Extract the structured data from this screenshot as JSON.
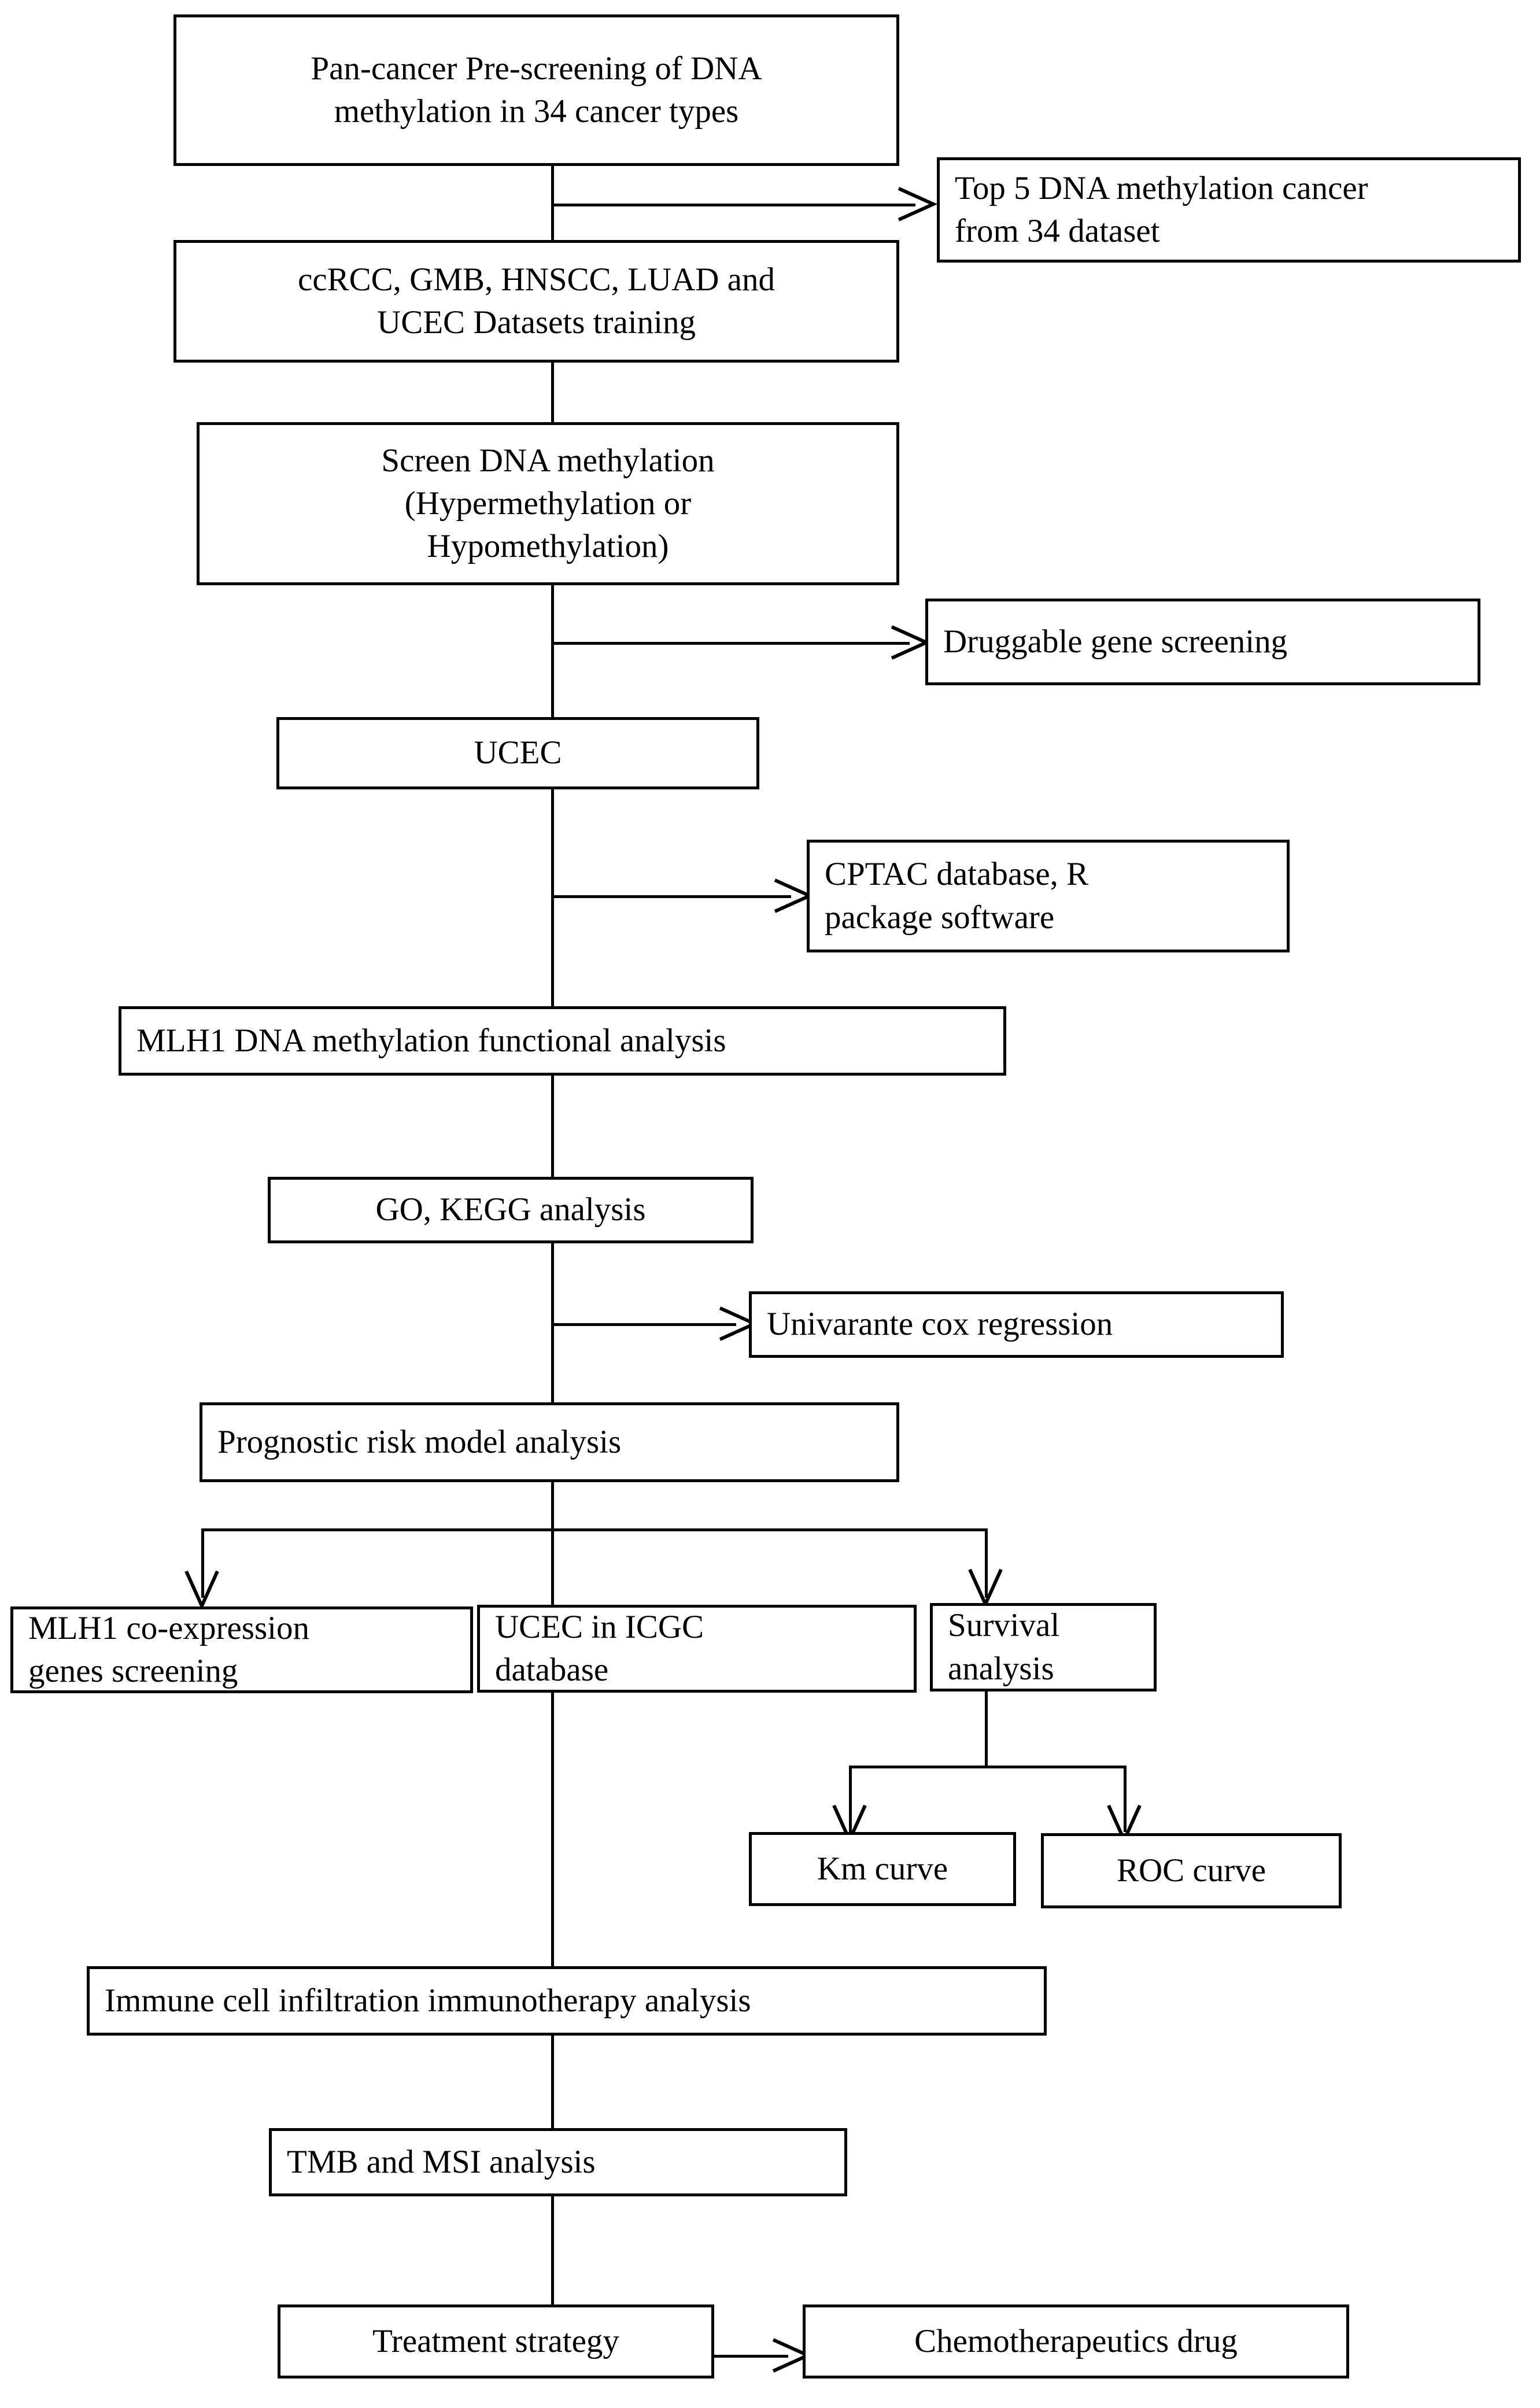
{
  "diagram": {
    "title": "Study workflow flowchart",
    "colors": {
      "stroke": "#000000",
      "background": "#ffffff",
      "text": "#000000"
    },
    "nodes": [
      {
        "id": "pan_cancer",
        "label": "Pan-cancer Pre-screening of DNA\nmethylation in 34 cancer types"
      },
      {
        "id": "top5",
        "label": "Top 5 DNA methylation cancer\nfrom 34 dataset"
      },
      {
        "id": "datasets",
        "label": "ccRCC, GMB, HNSCC, LUAD and\nUCEC Datasets  training"
      },
      {
        "id": "screen",
        "label": "Screen DNA methylation\n(Hypermethylation or\nHypomethylation)"
      },
      {
        "id": "druggable",
        "label": "Druggable gene screening"
      },
      {
        "id": "ucec",
        "label": "UCEC"
      },
      {
        "id": "cptac",
        "label": "CPTAC database, R\npackage software"
      },
      {
        "id": "mlh1_func",
        "label": "MLH1 DNA methylation functional analysis"
      },
      {
        "id": "go_kegg",
        "label": "GO, KEGG analysis"
      },
      {
        "id": "univariate",
        "label": "Univarante cox regression"
      },
      {
        "id": "prognostic",
        "label": "Prognostic risk model analysis"
      },
      {
        "id": "coexpression",
        "label": "MLH1 co-expression\ngenes screening"
      },
      {
        "id": "icgc",
        "label": "UCEC in ICGC\ndatabase"
      },
      {
        "id": "survival",
        "label": "Survival\nanalysis"
      },
      {
        "id": "km",
        "label": "Km curve"
      },
      {
        "id": "roc",
        "label": "ROC curve"
      },
      {
        "id": "immune",
        "label": "Immune cell infiltration immunotherapy analysis"
      },
      {
        "id": "tmb",
        "label": "TMB and MSI analysis"
      },
      {
        "id": "treatment",
        "label": "Treatment strategy"
      },
      {
        "id": "chemo",
        "label": "Chemotherapeutics drug"
      }
    ],
    "edges": [
      {
        "from": "pan_cancer",
        "to": "top5",
        "kind": "branch-right"
      },
      {
        "from": "pan_cancer",
        "to": "datasets",
        "kind": "down"
      },
      {
        "from": "datasets",
        "to": "screen",
        "kind": "down"
      },
      {
        "from": "screen",
        "to": "druggable",
        "kind": "branch-right"
      },
      {
        "from": "screen",
        "to": "ucec",
        "kind": "down"
      },
      {
        "from": "ucec",
        "to": "cptac",
        "kind": "branch-right"
      },
      {
        "from": "ucec",
        "to": "mlh1_func",
        "kind": "down"
      },
      {
        "from": "mlh1_func",
        "to": "go_kegg",
        "kind": "down"
      },
      {
        "from": "go_kegg",
        "to": "univariate",
        "kind": "branch-right"
      },
      {
        "from": "go_kegg",
        "to": "prognostic",
        "kind": "down"
      },
      {
        "from": "prognostic",
        "to": "coexpression",
        "kind": "split-left"
      },
      {
        "from": "prognostic",
        "to": "icgc",
        "kind": "down"
      },
      {
        "from": "prognostic",
        "to": "survival",
        "kind": "split-right"
      },
      {
        "from": "survival",
        "to": "km",
        "kind": "split-left"
      },
      {
        "from": "survival",
        "to": "roc",
        "kind": "split-right"
      },
      {
        "from": "icgc",
        "to": "immune",
        "kind": "down"
      },
      {
        "from": "immune",
        "to": "tmb",
        "kind": "down"
      },
      {
        "from": "tmb",
        "to": "treatment",
        "kind": "down"
      },
      {
        "from": "treatment",
        "to": "chemo",
        "kind": "right"
      }
    ]
  }
}
